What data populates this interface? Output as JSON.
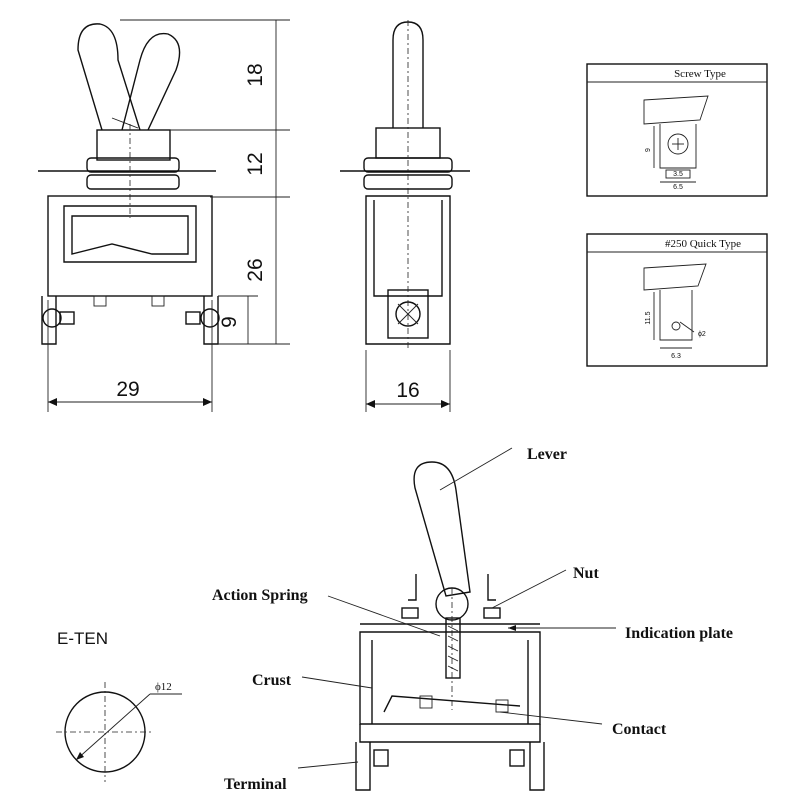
{
  "dimensions": {
    "lever_height": "18",
    "bushing_height": "12",
    "body_height": "26",
    "terminal_height": "9",
    "body_width": "29",
    "side_width": "16"
  },
  "screw_type": {
    "title": "Screw Type",
    "dim_height": "9",
    "dim_inner": "3.5",
    "dim_outer": "6.5"
  },
  "quick_type": {
    "title": "#250 Quick Type",
    "dim_height": "11.5",
    "dim_hole": "ϕ2",
    "dim_width": "6.3"
  },
  "parts": {
    "lever": "Lever",
    "nut": "Nut",
    "action_spring": "Action Spring",
    "indication_plate": "Indication plate",
    "crust": "Crust",
    "contact": "Contact",
    "terminal": "Terminal"
  },
  "mounting": {
    "brand": "E-TEN",
    "hole_diameter": "ϕ12"
  }
}
